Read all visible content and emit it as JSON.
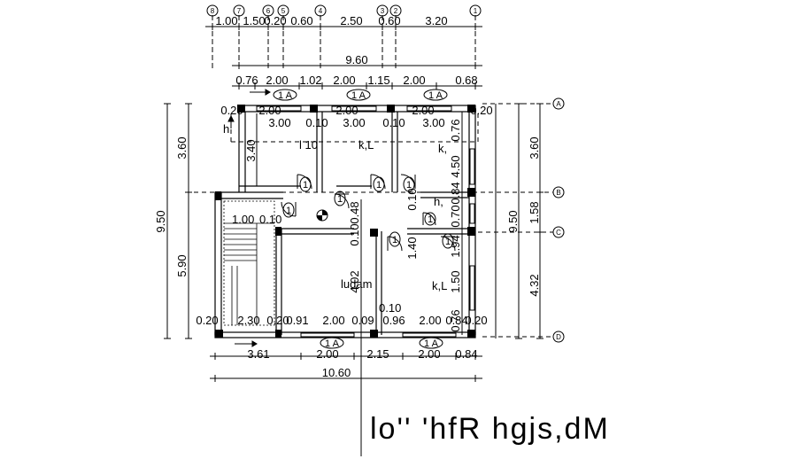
{
  "title": "lo'' 'hfR hgjs,dM",
  "grid_top": [
    "8",
    "7",
    "6",
    "5",
    "4",
    "3",
    "2",
    "1"
  ],
  "grid_right": [
    "A",
    "B",
    "C",
    "D"
  ],
  "top_row1": [
    "1.00",
    "1.50",
    "0.20",
    "0.60",
    "2.50",
    "0.60",
    "3.20"
  ],
  "top_total": "9.60",
  "top_row2": [
    "0.76",
    "2.00",
    "1.02",
    "2.00",
    "1.15",
    "2.00",
    "0.68"
  ],
  "inner_top_row": [
    "0.20",
    "2.00",
    "2.00",
    "2.00",
    "0.20"
  ],
  "inner_top_row2": [
    "3.00",
    "0.10",
    "3.00",
    "0.10",
    "3.00"
  ],
  "left_outer_total": "9.50",
  "left_top": "3.60",
  "left_bottom": "5.90",
  "left_inner": "3.40",
  "right_outer_total": "9.50",
  "right_segments": [
    "3.60",
    "1.58",
    "4.32"
  ],
  "right_inner": [
    "0.76",
    "4.50",
    "0.84",
    "0.70",
    "1.94",
    "1.50",
    "0.76"
  ],
  "bottom_row1": [
    "3.61",
    "2.00",
    "2.15",
    "2.00",
    "0.84"
  ],
  "bottom_total": "10.60",
  "inner_bottom_row": [
    "0.20",
    "2.30",
    "0.20",
    "0.91",
    "2.00",
    "0.09",
    "0.96",
    "2.00",
    "0.84",
    "0.20"
  ],
  "room_labels": {
    "r1": "l 10",
    "r2": "k,L",
    "r3": "k,",
    "r4": "ludam",
    "r5": "k,L",
    "r6": "h,",
    "r7": "h"
  },
  "window_tags": [
    "1 A",
    "1 A",
    "1 A",
    "1 A",
    "1 A"
  ],
  "door_tags": [
    "1",
    "1",
    "1",
    "1",
    "1",
    "1",
    "1",
    "1"
  ],
  "misc_dims": [
    "1.00",
    "0.10",
    "0.48",
    "0.10",
    "4.02",
    "0.10",
    "1.40",
    "0.10",
    "0.20"
  ]
}
